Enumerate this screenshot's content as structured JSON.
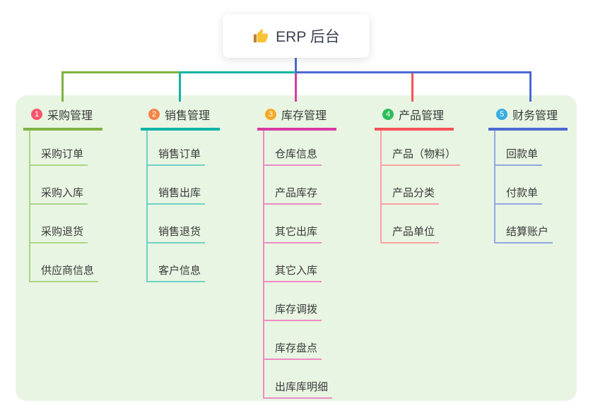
{
  "root": {
    "label": "ERP 后台",
    "icon": "thumbs-up-icon"
  },
  "panel_background": "#e8f5e2",
  "connectors": {
    "root_stem": "#4f68d5"
  },
  "branches": [
    {
      "index": "1",
      "label": "采购管理",
      "colors": {
        "badge": "#f7566c",
        "main": "#7db343",
        "light": "#abd786"
      },
      "children": [
        "采购订单",
        "采购入库",
        "采购退货",
        "供应商信息"
      ]
    },
    {
      "index": "2",
      "label": "销售管理",
      "colors": {
        "badge": "#f68449",
        "main": "#10b3a6",
        "light": "#6fd0c5"
      },
      "children": [
        "销售订单",
        "销售出库",
        "销售退货",
        "客户信息"
      ]
    },
    {
      "index": "3",
      "label": "库存管理",
      "colors": {
        "badge": "#f9a825",
        "main": "#d63ba2",
        "light": "#ef8ac5"
      },
      "children": [
        "仓库信息",
        "产品库存",
        "其它出库",
        "其它入库",
        "库存调拨",
        "库存盘点",
        "出库库明细"
      ]
    },
    {
      "index": "4",
      "label": "产品管理",
      "colors": {
        "badge": "#2ebd59",
        "main": "#f65359",
        "light": "#f9a1a4"
      },
      "children": [
        "产品（物料）",
        "产品分类",
        "产品单位"
      ]
    },
    {
      "index": "5",
      "label": "财务管理",
      "colors": {
        "badge": "#36ace2",
        "main": "#4a69d2",
        "light": "#93a7e3"
      },
      "children": [
        "回款单",
        "付款单",
        "结算账户"
      ]
    }
  ]
}
